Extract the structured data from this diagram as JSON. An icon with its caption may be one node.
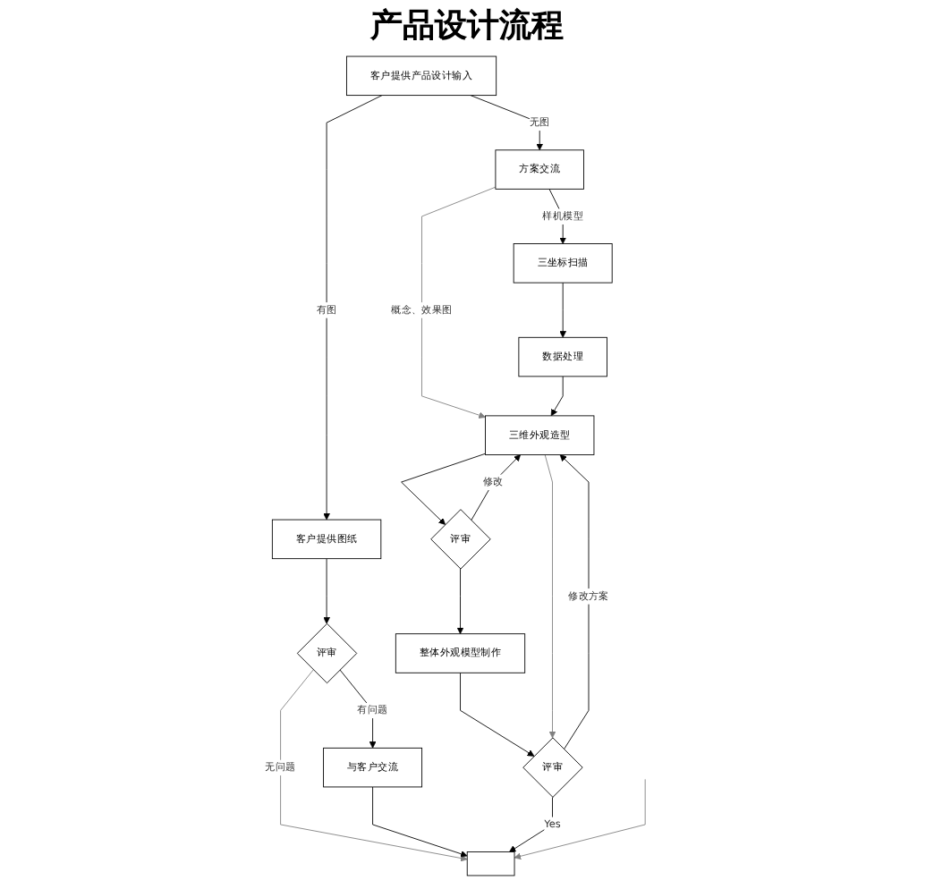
{
  "diagram": {
    "title": "产品设计流程",
    "nodes": [
      {
        "text": [
          "客户提供产品设计输入"
        ]
      },
      {
        "text": [
          "客户提供图纸"
        ]
      },
      {
        "text": [
          "方案交流"
        ]
      },
      {
        "text": [
          "评审"
        ]
      },
      {
        "text": [
          "三坐标扫描"
        ]
      },
      {
        "text": [
          "数据处理"
        ]
      },
      {
        "text": [
          "与客户交流"
        ]
      },
      {
        "text": [
          "三维外观造型"
        ]
      },
      {
        "text": [
          "评审"
        ]
      },
      {
        "text": [
          "整体外观模型制作"
        ]
      },
      {
        "text": [
          "评审"
        ]
      },
      {
        "text": [],
        "shape": "box"
      }
    ],
    "edges": [
      {
        "from": 0,
        "to": 1,
        "arrow": "to",
        "label": "有图"
      },
      {
        "from": 0,
        "to": 2,
        "arrow": "to",
        "label": "无图"
      },
      {
        "from": 2,
        "to": 4,
        "arrow": "to",
        "label": "样机模型"
      },
      {
        "from": 4,
        "to": 5,
        "arrow": "to"
      },
      {
        "from": 1,
        "to": 3,
        "arrow": "to"
      },
      {
        "from": 3,
        "to": 6,
        "arrow": "to",
        "label": "有问题"
      },
      {
        "from": 3,
        "to": 11,
        "arrow": "to",
        "label": "无问题",
        "color": "#808080"
      },
      {
        "from": 6,
        "to": 11,
        "arrow": "to"
      },
      {
        "from": 2,
        "to": 7,
        "arrow": "to",
        "label": "概念、效果图",
        "color": "#808080"
      },
      {
        "from": 5,
        "to": 7,
        "arrow": "to"
      },
      {
        "from": 7,
        "to": 8,
        "arrow": "to"
      },
      {
        "from": 8,
        "to": 7,
        "arrow": "to",
        "label": "修改"
      },
      {
        "from": 8,
        "to": 9,
        "arrow": "to"
      },
      {
        "from": 9,
        "to": 10,
        "arrow": "to"
      },
      {
        "from": 7,
        "to": 10,
        "arrow": "to",
        "color": "#808080"
      },
      {
        "from": 10,
        "to": 7,
        "arrow": "to",
        "label": "修改方案"
      },
      {
        "from": 10,
        "to": 11,
        "arrow": "to",
        "label": "Yes"
      },
      {
        "from": null,
        "to": 11,
        "arrow": "to",
        "color": "#808080"
      }
    ]
  }
}
